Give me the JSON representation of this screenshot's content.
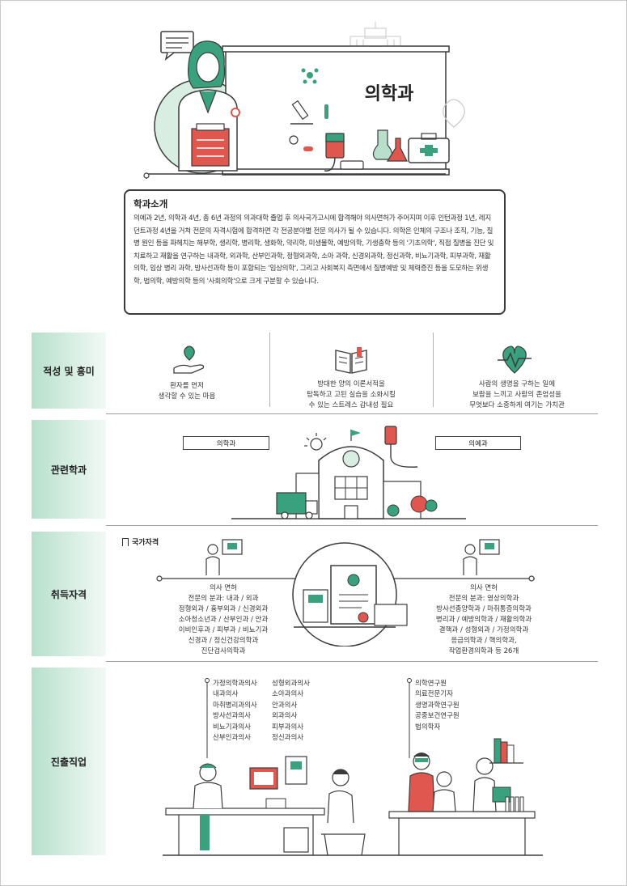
{
  "hero": {
    "title": "의학과"
  },
  "intro": {
    "title": "학과소개",
    "body": "의예과 2년, 의학과 4년, 총 6년 과정의 의과대학 졸업 후 의사국가고시에 합격해야 의사면허가 주어지며 이후 인턴과정 1년, 레지던트과정 4년을 거쳐 전문의 자격시험에 합격하면 각 전공분야별 전문 의사가 될 수 있습니다. 의학은 인체의 구조나 조직, 기능, 질병 원인 등을 파헤치는 해부학, 생리학, 병리학, 생화학, 약리학, 미생물학, 예방의학, 기생충학 등의 '기초의학', 직접 질병을 진단 및 치료하고 재활을 연구하는 내과학, 외과학, 산부인과학, 정형외과학, 소아 과학, 신경외과학, 정신과학, 비뇨기과학, 피부과학, 재활의학, 임상 병리 과학, 방사선과학 등이 포함되는 '임상의학', 그리고 사회복지 측면에서 질병예방 및 체력증진 등을 도모하는 위생학, 법의학, 예방의학 등의 '사회의학'으로 크게 구분할 수 있습니다."
  },
  "sections": {
    "aptitude": {
      "label": "적성 및 흥미"
    },
    "related": {
      "label": "관련학과"
    },
    "qualification": {
      "label": "취득자격"
    },
    "career": {
      "label": "진출직업"
    }
  },
  "aptitude": [
    {
      "text": "환자를 먼저\n생각할 수 있는 마음",
      "icon": "heart-hand-icon"
    },
    {
      "text": "방대한 양의 이론서적을\n탐독하고 고된 실습을 소화시킬\n수 있는 스트레스 감내성 필요",
      "icon": "open-book-icon"
    },
    {
      "text": "사람의 생명을 구하는 일에\n보람을 느끼고 사람의 존엄성을\n무엇보다 소중하게 여기는 가치관",
      "icon": "heartbeat-icon"
    }
  ],
  "related": {
    "left": "의학과",
    "right": "의예과"
  },
  "qualification": {
    "national_label": "국가자격",
    "left": "의사 면허\n전문의 분과: 내과 / 외과\n정형외과 / 흉부외과 / 신경외과\n소아청소년과 / 산부인과 / 안과\n이비인후과 / 피부과 / 비뇨기과\n신경과 / 정신건강의학과\n진단검사의학과",
    "right": "의사 면허\n전문의 분과: 영상의학과\n방사선종양학과 / 마취통증의학과\n병리과 / 예방의학과 / 재활의학과\n결핵과 / 성형외과 / 가정의학과\n응급의학과 / 핵의학과,\n작업환경의학과 등 26개"
  },
  "career": {
    "col1": "가정의학과의사\n내과의사\n마취병리과의사\n방사선과의사\n비뇨기과의사\n산부인과의사",
    "col2": "성형외과의사\n소아과의사\n안과의사\n외과의사\n피부과의사\n정신과의사",
    "col3": "의학연구원\n의료전문기자\n생명과학연구원\n공중보건연구원\n법의학자"
  },
  "colors": {
    "accent": "#3aa17e",
    "label_bg": "#c7e7d8",
    "red": "#e0574f",
    "dark": "#3b3b3b"
  }
}
